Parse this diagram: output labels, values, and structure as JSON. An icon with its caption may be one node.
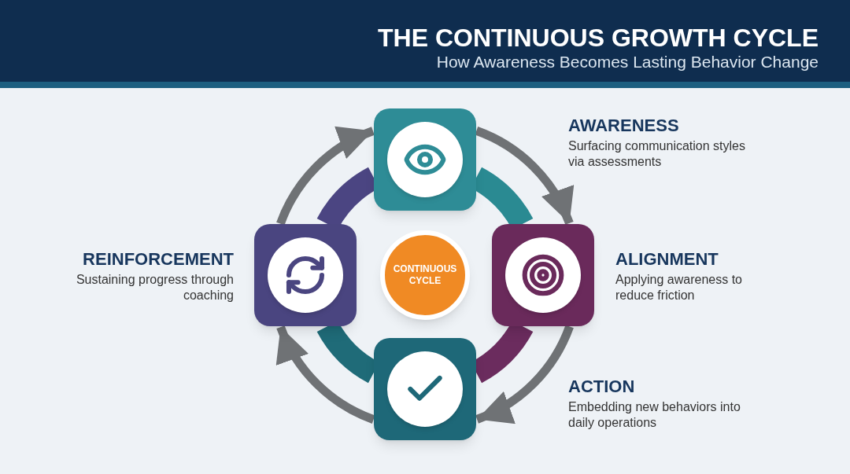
{
  "diagram": {
    "title": "THE CONTINUOUS GROWTH CYCLE",
    "nodes": [
      {
        "text": [],
        "shape": "box",
        "beside": [
          "AWARENESS",
          "Surfacing communication styles via assessments"
        ]
      },
      {
        "text": [],
        "shape": "box",
        "beside": [
          "ALIGNMENT",
          "Applying awareness to reduce friction"
        ]
      },
      {
        "text": [],
        "shape": "box",
        "beside": [
          "ACTION",
          "Embedding new behaviors into daily operations"
        ]
      },
      {
        "text": [],
        "shape": "box",
        "beside": [
          "REINFORCEMENT",
          "Sustaining progress through coaching"
        ]
      },
      {
        "text": [
          "CONTINUOUS CYCLE"
        ]
      }
    ],
    "edges": [
      {
        "from": 0,
        "to": 1,
        "arrow": "to"
      },
      {
        "from": 1,
        "to": 2,
        "arrow": "to"
      },
      {
        "from": 2,
        "to": 3,
        "arrow": "to"
      },
      {
        "from": 3,
        "to": 0,
        "arrow": "to"
      },
      {
        "from": 0,
        "to": 1,
        "arrow": "none",
        "style": "thick",
        "color": "#2a8a92"
      },
      {
        "from": 1,
        "to": 2,
        "arrow": "none",
        "style": "thick",
        "color": "#6b2c5e"
      },
      {
        "from": 2,
        "to": 3,
        "arrow": "none",
        "style": "thick",
        "color": "#1f6b78"
      },
      {
        "from": 3,
        "to": 0,
        "arrow": "none",
        "style": "thick",
        "color": "#4b4582"
      }
    ],
    "labels": [
      "How Awareness Becomes Lasting Behavior Change"
    ]
  }
}
